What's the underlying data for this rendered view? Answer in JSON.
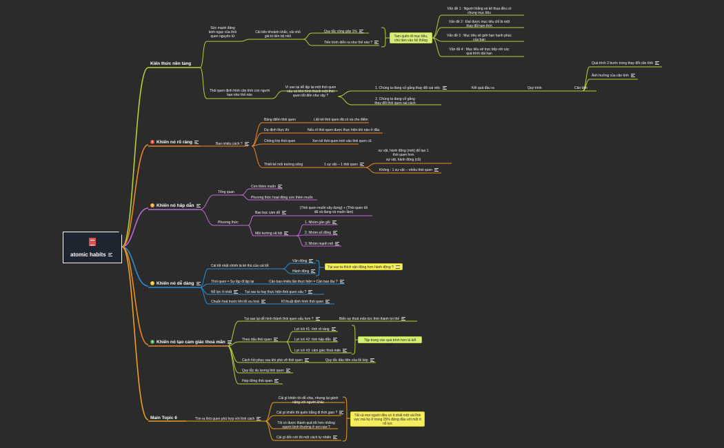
{
  "root": {
    "title": "atomic habits",
    "icon": "book-icon"
  },
  "topics": [
    {
      "title": "Kiến thức nền tảng",
      "color": "#b5d334"
    },
    {
      "title": "Khiến nó rõ ràng",
      "color": "#f08a24",
      "badge": "1",
      "badge_color": "#e84c3d"
    },
    {
      "title": "Khiến nó hấp dẫn",
      "color": "#c06bd6",
      "badge": "2",
      "badge_color": "#f0a030"
    },
    {
      "title": "Khiến nó dễ dàng",
      "color": "#2a8fd6",
      "badge": "3",
      "badge_color": "#f0c030"
    },
    {
      "title": "Khiến nó tạo cảm giác thoả mãn",
      "color": "#f08a24",
      "badge": "4",
      "badge_color": "#4caf50"
    },
    {
      "title": "Main Topic 6",
      "color": "#f0a020"
    }
  ],
  "t1": {
    "a": "Sức mạnh đáng kinh ngạc của thói quen nguyên tử",
    "a1": "Cải tiến khoảnh khắc, cải nhỏ giá trị tiến bộ nhỏ",
    "a1a": "Quy tắc cộng gộp 1%",
    "a1b": "Tiến trình diễn ra như thế nào ?",
    "sum1": "Tam quên đi mục tiêu, chú tâm vào hệ thống",
    "v1": "Vấn đề 1 : Người thắng và kẻ thua đều có chung mục tiêu",
    "v2": "Vấn đề 2 : Đạt được mục tiêu chỉ là một thay đổi tạm thời",
    "v3": "Vấn đề 3 : Mục tiêu sẽ giới hạn hạnh phúc của bạn",
    "v4": "Vấn đề 4 : Mục tiêu sẽ trực tiếp với các quá trình dài hạn",
    "b": "Thói quen định hình căn tính con người bạn như thế nào",
    "b1": "Vì sao lại dễ lặp lại một thói quen xấu và khó hình thành một thói quen tốt đến như vậy ?",
    "b1a": "1. Chúng ta đang cố gắng thay đổi sai việc",
    "b1b": "2. Chúng ta đang cố gắng thay đổi thói quen sai cách",
    "k1": "Kết quả đầu ra",
    "k2": "Quy trình",
    "k3": "Căn tính",
    "k3a": "Quá trình 2 bước trong thay đổi căn tính",
    "k3b": "Ảnh hưởng của căn tính"
  },
  "t2": {
    "a": "Bao nhiêu cách ?",
    "r1": "Bảng điểm thói quen",
    "r1a": "Liệt kê thói quen đã có và cho điểm",
    "r2": "Dự định thực thi",
    "r2a": "Nếu rõ thói quen được thực hiện khi nào ở đâu",
    "r3": "Chồng lớp thói quen",
    "r3a": "Xen kẽ thói quen mới vào thói quen cũ",
    "r4": "Thiết kế môi trường sống",
    "r4a": "1 sự vật -- 1 thói quen",
    "r4a1": "sự vật, hành động (mới) để tạo 1 thói quen hơn",
    "r4a2": "sự vật, hành động (cũ)",
    "r4b": "Không : 1 sự vật -- nhiều thói quen"
  },
  "t3": {
    "a": "Tổng quan",
    "a1": "Cơn thèm muốn",
    "a2": "Phương thức hoạt động cơn thèm muốn",
    "b": "Phương thức",
    "b1": "Bao bọc cám dỗ",
    "b1a": "(Thói quen muốn xây dựng) + (Thói quen tốt đã và đang và muốn làm)",
    "b2": "Môi trường xã hội",
    "b2a": "1. Nhóm gần gũi",
    "b2b": "2. Nhóm số đông",
    "b2c": "3. Nhóm mạnh mẽ"
  },
  "t4": {
    "a": "Cái tốt nhất chính là kẻ thù của cái tốt",
    "a1": "Vận động",
    "a2": "Hành động",
    "sum": "Tại sao ta thích vận động hơn hành động ?",
    "b": "Thói quen = Sự lặp đi lặp lại",
    "b1": "Cần bao nhiêu lần thực hiện = Cần bao lâu ?",
    "c": "Nỗ lực ít nhất",
    "c1": "Tại sao ta hay thực hiện thói quen xấu ?",
    "d": "Chuẩn hoá trước khi tối ưu hoá",
    "d1": "Kĩ thuật định hình thói quen"
  },
  "t5": {
    "a": "Tại sao lại dễ hình thành thói quen xấu hơn ?",
    "a1": "Biến sự thoả mãn tức thời thành lợi thế",
    "b": "Theo dấu thói quen",
    "b1": "Lợi ích #1: tính rõ ràng",
    "b2": "Lợi ích #2: tính hấp dẫn",
    "b3": "Lợi ích #3: cảm giác thoả mãn",
    "sum": "Tập trung vào quá trình hơn là kết quả",
    "c": "Cách hồi phục sau khi phá vỡ thói quen",
    "c1": "Quy tắc đầu tiên của lối kép",
    "d": "Quy tắc du lương thói quen",
    "e": "Hợp đồng thói quen"
  },
  "t6": {
    "a": "Tìm ra thói quen phù hợp với tính cách",
    "a1": "Cái gì khiến tôi dễ chịu, nhưng lại gánh nặng với người khác",
    "a2": "Cái gì khiến tôi quên bằng đi thời gian ?",
    "a3": "Tôi có được thành quả tốt hơn những người bình thường ở nơi nào ?",
    "a4": "Cái gì đến với tôi một cách tự nhiên",
    "sum": "Tất cả mọi người đều có ít nhất một vài lĩnh vực mà họ ở trong 25% đứng đầu với một ít nỗ lực"
  }
}
